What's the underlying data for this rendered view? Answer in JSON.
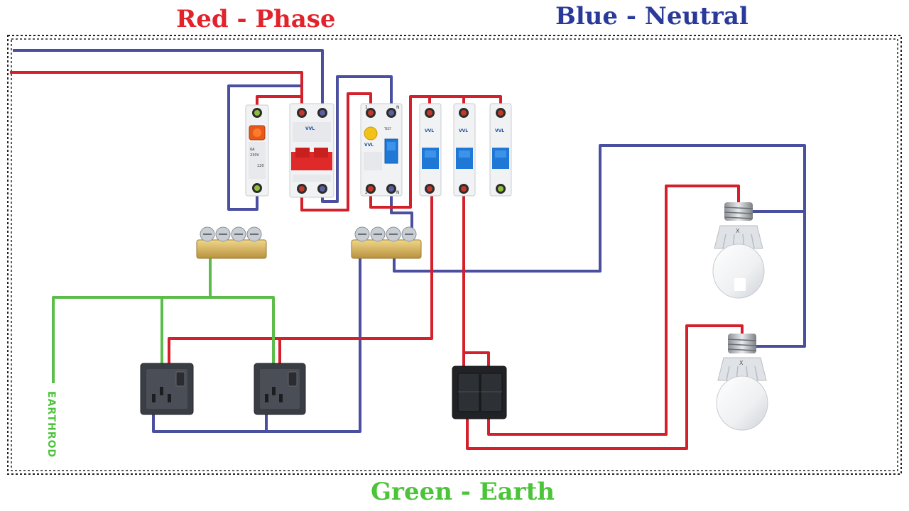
{
  "legend": {
    "phase": "Red - Phase",
    "neutral": "Blue - Neutral",
    "earth": "Green - Earth"
  },
  "earth_rod_label": "EARTHROD",
  "devices": {
    "indicator": {
      "markings": [
        "6A",
        "230V",
        "120"
      ]
    },
    "main_breaker": {
      "brand": "VVL"
    },
    "rccb": {
      "brand": "VVL",
      "terminal_left": "1",
      "terminal_right": "N",
      "test_label": "TEST",
      "bottom_left": "2",
      "bottom_right": "N"
    },
    "mcbs": [
      {
        "brand": "VVL"
      },
      {
        "brand": "VVL"
      },
      {
        "brand": "VVL"
      }
    ],
    "bulbs": [
      {
        "brand": "X"
      },
      {
        "brand": "X"
      }
    ]
  },
  "colors": {
    "phase": "#d4202a",
    "neutral": "#4a4fa0",
    "earth": "#5cbd4a",
    "phase_text": "#e2232b",
    "neutral_text": "#2a3a9a",
    "earth_text": "#4cc43a",
    "switch_plate": "#3a3d44",
    "breaker_white": "#f1f2f4",
    "breaker_red": "#e02a2a",
    "breaker_blue": "#1f78d6",
    "brass": "#d6b25a"
  }
}
